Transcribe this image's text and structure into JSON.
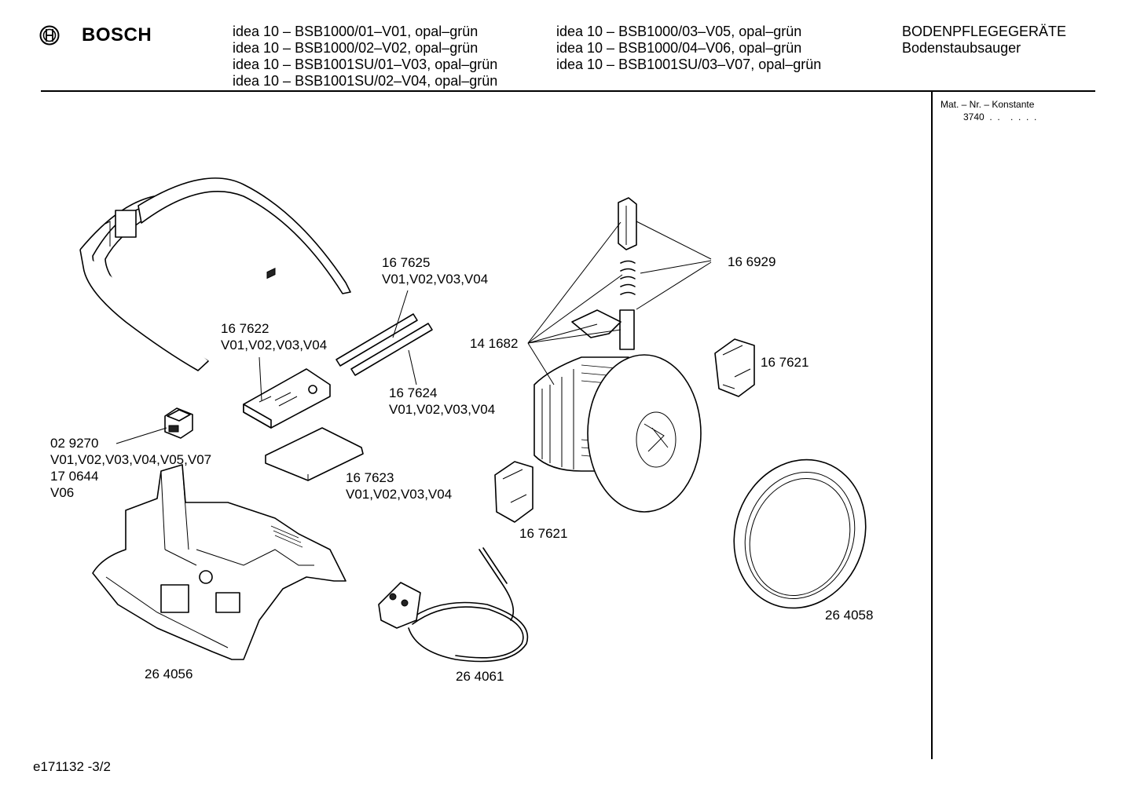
{
  "header": {
    "brand": "BOSCH",
    "models_col1": [
      "idea 10 – BSB1000/01–V01, opal–grün",
      "idea 10 – BSB1000/02–V02, opal–grün",
      "idea 10 – BSB1001SU/01–V03, opal–grün",
      "idea 10 – BSB1001SU/02–V04, opal–grün"
    ],
    "models_col2": [
      "idea 10 – BSB1000/03–V05, opal–grün",
      "idea 10 – BSB1000/04–V06, opal–grün",
      "idea 10 – BSB1001SU/03–V07, opal–grün"
    ],
    "category": "BODENPFLEGEGERÄTE",
    "subcategory": "Bodenstaubsauger"
  },
  "side_panel": {
    "mat_label": "Mat. – Nr. – Konstante",
    "mat_value": "3740  .  .    .  .  .  ."
  },
  "parts": {
    "p167625": {
      "number": "16 7625",
      "variants": "V01,V02,V03,V04"
    },
    "p166929": {
      "number": "16 6929"
    },
    "p167622": {
      "number": "16 7622",
      "variants": "V01,V02,V03,V04"
    },
    "p141682": {
      "number": "14 1682"
    },
    "p167621a": {
      "number": "16 7621"
    },
    "p167624": {
      "number": "16 7624",
      "variants": "V01,V02,V03,V04"
    },
    "p029270": {
      "number": "02 9270",
      "variants": "V01,V02,V03,V04,V05,V07"
    },
    "p170644": {
      "number": "17 0644",
      "variants": "V06"
    },
    "p167623": {
      "number": "16 7623",
      "variants": "V01,V02,V03,V04"
    },
    "p167621b": {
      "number": "16 7621"
    },
    "p264058": {
      "number": "26 4058"
    },
    "p264056": {
      "number": "26 4056"
    },
    "p264061": {
      "number": "26 4061"
    }
  },
  "footer": {
    "doc_id": "e171132 -3/2"
  }
}
